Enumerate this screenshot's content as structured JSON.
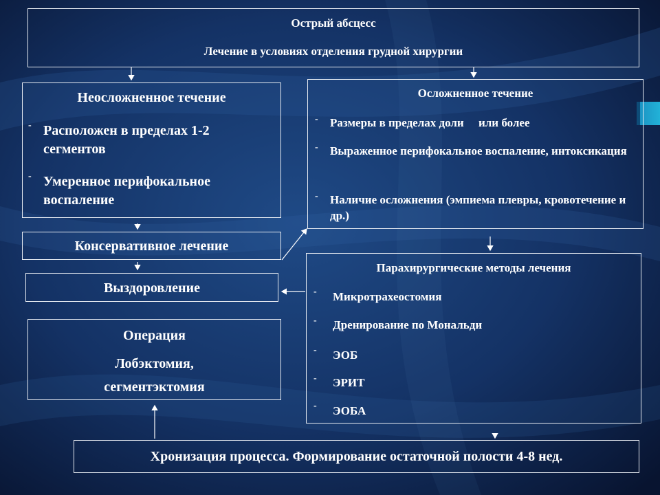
{
  "top": {
    "title": "Острый абсцесс",
    "subtitle": "Лечение в условиях отделения грудной хирургии"
  },
  "uncomplicated": {
    "title": "Неосложненное течение",
    "items": [
      "Расположен в пределах 1-2 сегментов",
      "Умеренное перифокальное воспаление"
    ]
  },
  "complicated": {
    "title": "Осложненное течение",
    "items": [
      "Размеры в пределах доли     или более",
      "Выраженное перифокальное воспаление, интоксикация",
      "Наличие осложнения (эмпиема плевры, кровотечение и др.)"
    ]
  },
  "conservative": {
    "label": "Консервативное лечение"
  },
  "recovery": {
    "label": "Выздоровление"
  },
  "surgery": {
    "title": "Операция",
    "detail_line1": "Лобэктомия,",
    "detail_line2": "сегментэктомия"
  },
  "parasurgical": {
    "title": "Парахирургические методы лечения",
    "items": [
      "Микротрахеостомия",
      "Дренирование по Мональди",
      "ЭОБ",
      "ЭРИТ",
      "ЭОБА"
    ]
  },
  "chronic": {
    "label": "Хронизация процесса. Формирование остаточной полости 4-8 нед."
  },
  "dash_glyph": "-",
  "colors": {
    "background": "#0d1c3a",
    "border": "#e8ecf2",
    "text": "#ffffff"
  }
}
